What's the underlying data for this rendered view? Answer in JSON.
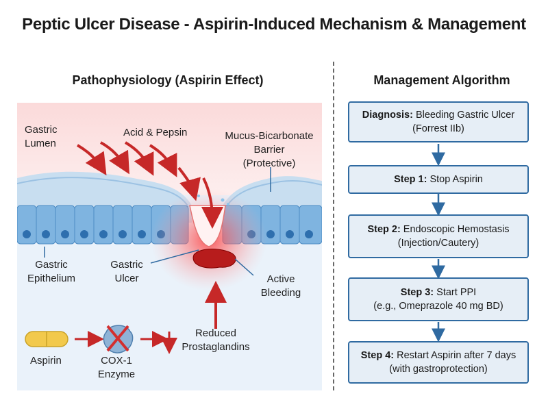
{
  "title": "Peptic Ulcer Disease - Aspirin-Induced Mechanism & Management",
  "pathophysiology": {
    "heading": "Pathophysiology (Aspirin Effect)",
    "labels": {
      "gastric_lumen_1": "Gastric",
      "gastric_lumen_2": "Lumen",
      "acid_pepsin": "Acid & Pepsin",
      "mucus_1": "Mucus-Bicarbonate",
      "mucus_2": "Barrier",
      "mucus_3": "(Protective)",
      "epithelium_1": "Gastric",
      "epithelium_2": "Epithelium",
      "ulcer_1": "Gastric",
      "ulcer_2": "Ulcer",
      "bleeding_1": "Active",
      "bleeding_2": "Bleeding",
      "reduced_1": "Reduced",
      "reduced_2": "Prostaglandins",
      "aspirin": "Aspirin",
      "cox_1": "COX-1",
      "cox_2": "Enzyme"
    },
    "colors": {
      "lumen": "#fbe3e3",
      "mucus": "#c8def0",
      "cell": "#7fb4e0",
      "nucleus": "#2e6fae",
      "arrow": "#c62828",
      "blood": "#b71c1c",
      "pill": "#f2c94c"
    },
    "icons": [
      "acid-arrow-icon",
      "aspirin-pill-icon",
      "cox1-enzyme-icon",
      "blocked-x-icon",
      "down-arrow-icon"
    ]
  },
  "management": {
    "heading": "Management Algorithm",
    "steps": [
      {
        "bold": "Diagnosis:",
        "text": " Bleeding Gastric Ulcer",
        "line2": "(Forrest IIb)"
      },
      {
        "bold": "Step 1:",
        "text": " Stop Aspirin",
        "line2": ""
      },
      {
        "bold": "Step 2:",
        "text": " Endoscopic Hemostasis",
        "line2": "(Injection/Cautery)"
      },
      {
        "bold": "Step 3:",
        "text": " Start PPI",
        "line2": "(e.g., Omeprazole 40 mg BD)"
      },
      {
        "bold": "Step 4:",
        "text": " Restart Aspirin after 7 days",
        "line2": "(with gastroprotection)"
      }
    ],
    "colors": {
      "box_fill": "#e6eef6",
      "box_border": "#2f6aa1",
      "arrow": "#2f6aa1"
    }
  }
}
